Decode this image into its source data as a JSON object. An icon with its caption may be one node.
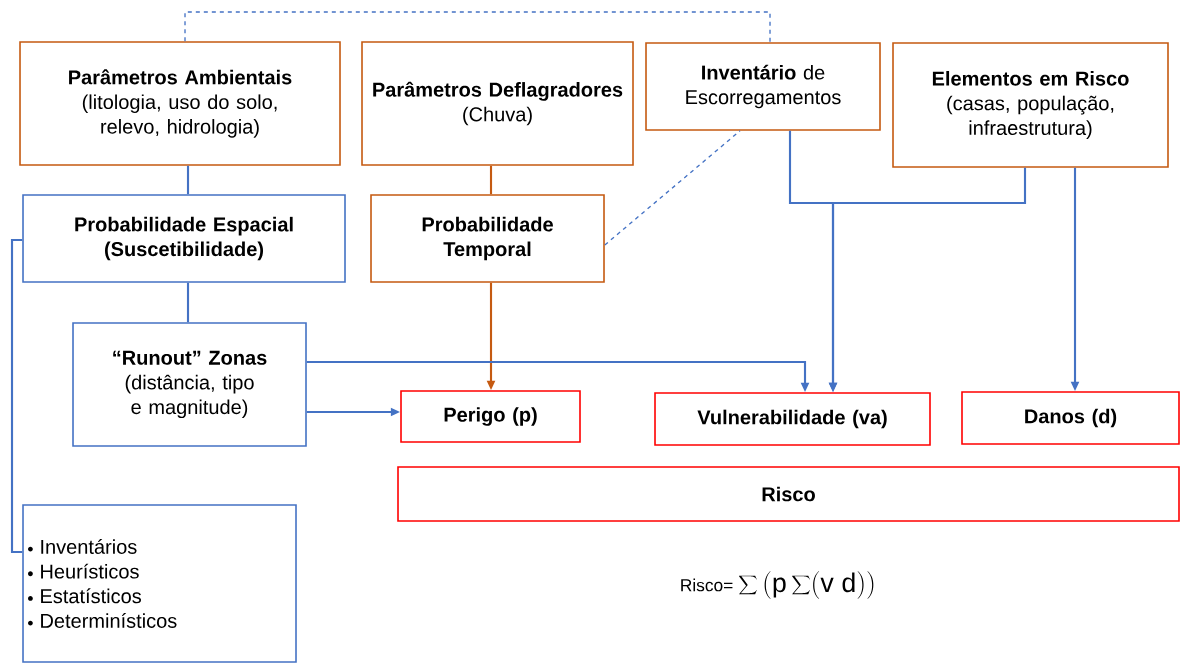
{
  "diagram": {
    "nodes": [
      {
        "text": [
          "Parâmetros Ambientais",
          "(litologia, uso do solo, relevo, hidrologia)"
        ]
      },
      {
        "text": [
          "Parâmetros Deflagradores",
          "(Chuva)"
        ]
      },
      {
        "text": [
          "**Inventário** de Escorregamentos"
        ]
      },
      {
        "text": [
          "Elementos em Risco",
          "(casas, população, infraestrutura)"
        ]
      },
      {
        "text": [
          "Probabilidade Espacial (Suscetibilidade)"
        ]
      },
      {
        "text": [
          "Probabilidade Temporal"
        ]
      },
      {
        "text": [
          "“Runout” Zonas",
          "(distância, tipo e magnitude)"
        ]
      },
      {
        "text": [
          "Perigo (p)"
        ]
      },
      {
        "text": [
          "Vulnerabilidade (va)"
        ]
      },
      {
        "text": [
          "Danos (d)"
        ]
      },
      {
        "text": [
          "Risco"
        ]
      },
      {
        "text": [
          "Inventários",
          "Heurísticos",
          "Estatísticos",
          "Determinísticos"
        ]
      }
    ],
    "edges": [
      {
        "from": 0,
        "to": 4,
        "arrow": "none"
      },
      {
        "from": 1,
        "to": 5,
        "arrow": "none",
        "color": "#c55a11"
      },
      {
        "from": 4,
        "to": 6,
        "arrow": "none"
      },
      {
        "from": 5,
        "to": 7,
        "arrow": "to",
        "color": "#c55a11"
      },
      {
        "from": 6,
        "to": 7,
        "arrow": "to"
      },
      {
        "from": 6,
        "to": 8,
        "arrow": "to"
      },
      {
        "from": 2,
        "to": 8,
        "arrow": "to"
      },
      {
        "from": 3,
        "to": 8,
        "arrow": "to"
      },
      {
        "from": 3,
        "to": 9,
        "arrow": "to"
      },
      {
        "from": 0,
        "to": 2,
        "arrow": "none",
        "style": "dashed"
      },
      {
        "from": 5,
        "to": 2,
        "arrow": "none",
        "style": "dashed"
      },
      {
        "from": 4,
        "to": 11,
        "arrow": "none"
      }
    ],
    "labels": [
      "Risco=",
      "\\displaystyle\\sum\\left(\\mathrm{p}\\sum(\\mathrm{v}\\;\\mathrm{d})\\right)"
    ]
  }
}
